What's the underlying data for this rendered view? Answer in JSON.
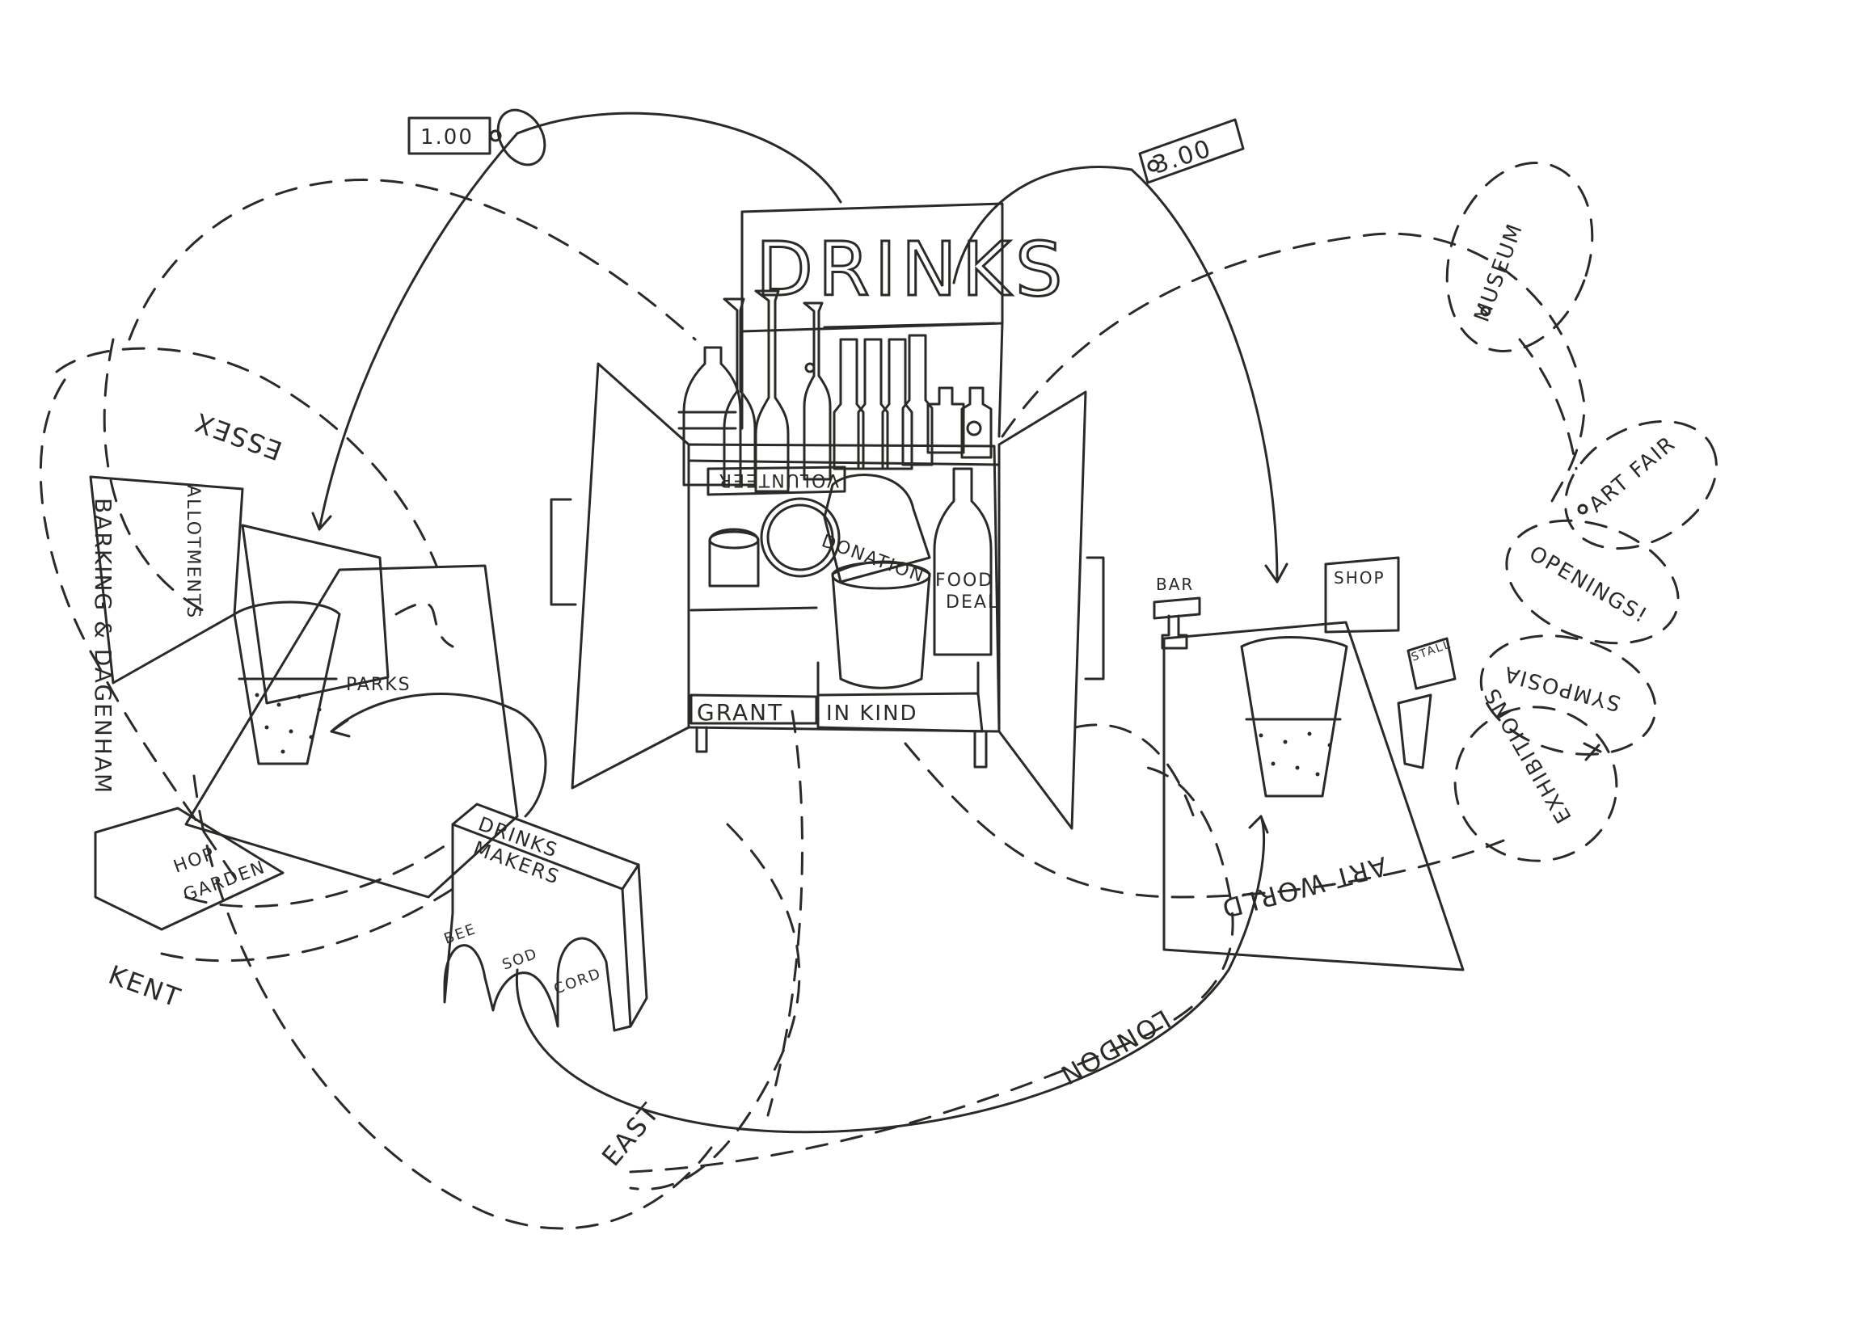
{
  "sign": {
    "title": "DRINKS"
  },
  "price_tags": {
    "left": "1.00",
    "right": "3.00"
  },
  "shelf_labels": {
    "volunteer": "VOLUNTEER",
    "donation": "DONATION",
    "food_deal_1": "FOOD",
    "food_deal_2": "DEAL",
    "grant": "GRANT",
    "in_kind": "IN KIND"
  },
  "left_zone": {
    "allotments": "ALLOTMENTS",
    "parks": "PARKS",
    "hop_garden_1": "HOP",
    "hop_garden_2": "GARDEN",
    "barking": "BARKING & DAGENHAM"
  },
  "makers": {
    "title_1": "DRINKS",
    "title_2": "MAKERS",
    "arch_1": "BEE",
    "arch_2": "SOD",
    "arch_3": "CORD"
  },
  "regions": {
    "essex": "ESSEX",
    "kent": "KENT",
    "east": "EAST",
    "london": "LONDON",
    "art_world": "ART WORLD"
  },
  "right_zone": {
    "bar": "BAR",
    "shop": "SHOP",
    "stall": "STALL"
  },
  "art_bubbles": {
    "museum": "MUSEUM",
    "art_fair": "ART FAIR",
    "openings": "OPENINGS!",
    "symposia": "SYMPOSIA",
    "exhibitions": "EXHIBITIONS"
  },
  "colors": {
    "ink": "#2b2a26",
    "paper": "#ffffff"
  }
}
